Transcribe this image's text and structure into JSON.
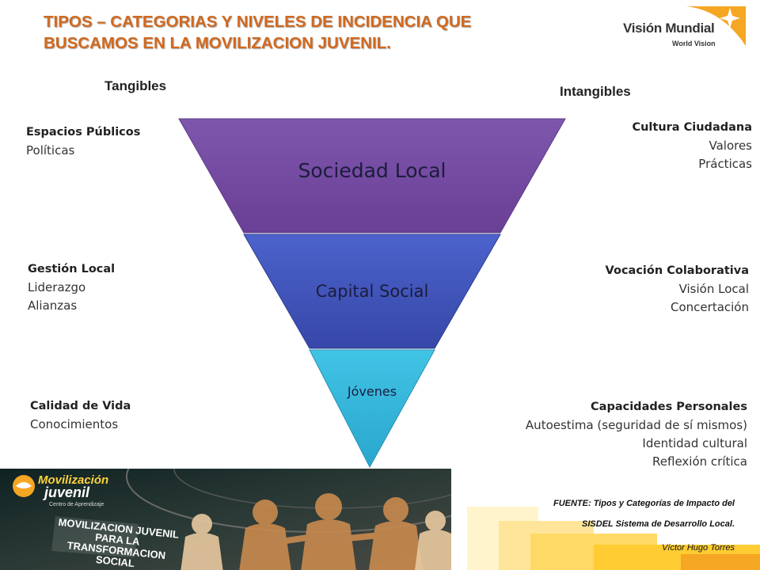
{
  "title": {
    "line1": "TIPOS – CATEGORIAS Y NIVELES DE INCIDENCIA QUE",
    "line2": "BUSCAMOS  EN LA MOVILIZACION JUVENIL."
  },
  "logo": {
    "name": "Visión Mundial",
    "sub": "World Vision"
  },
  "headers": {
    "left": "Tangibles",
    "right": "Intangibles"
  },
  "pyramid": [
    {
      "label": "Sociedad Local",
      "color": "#7a52a8"
    },
    {
      "label": "Capital Social",
      "color": "#4a5fc6"
    },
    {
      "label": "Jóvenes",
      "color": "#3cbde0"
    }
  ],
  "left_items": [
    {
      "title": "Espacios  Públicos",
      "lines": [
        "Políticas"
      ]
    },
    {
      "title": "Gestión  Local",
      "lines": [
        "Liderazgo",
        "Alianzas"
      ]
    },
    {
      "title": "Calidad de Vida",
      "lines": [
        "Conocimientos"
      ]
    }
  ],
  "right_items": [
    {
      "title": "Cultura Ciudadana",
      "lines": [
        "Valores",
        "Prácticas"
      ]
    },
    {
      "title": "Vocación  Colaborativa",
      "lines": [
        "Visión Local",
        "Concertación"
      ]
    },
    {
      "title": "Capacidades  Personales",
      "lines": [
        "Autoestima (seguridad de sí mismos)",
        "Identidad cultural",
        "Reflexión crítica"
      ]
    }
  ],
  "photo": {
    "logo_line1": "Movilización",
    "logo_line2": "juvenil",
    "logo_line3": "Centro de Aprendizaje",
    "banner1": "MOVILIZACION JUVENIL",
    "banner2": "PARA LA",
    "banner3": "TRANSFORMACION",
    "banner4": "SOCIAL"
  },
  "source": {
    "line1": "FUENTE: Tipos y Categorías de Impacto del",
    "line2": "SISDEL Sistema de Desarrollo Local.",
    "line3": "Víctor Hugo Torres"
  },
  "colors": {
    "title": "#d2691e",
    "accent_orange": "#f5a623",
    "accent_yellow": "#ffd23c"
  }
}
